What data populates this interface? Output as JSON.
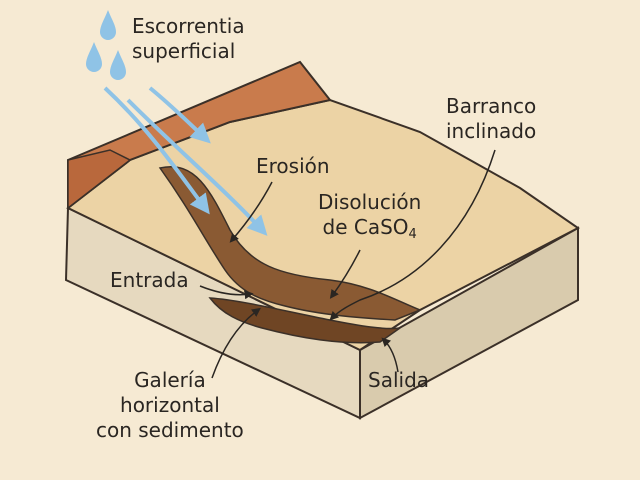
{
  "labels": {
    "runoff": [
      "Escorrentia",
      "superficial"
    ],
    "gully": [
      "Barranco",
      "inclinado"
    ],
    "erosion": "Erosión",
    "dissolution": {
      "line1": "Disolución",
      "line2_prefix": "de CaSO",
      "line2_sub": "4"
    },
    "entrance": "Entrada",
    "gallery": [
      "Galería",
      "horizontal",
      "con sedimento"
    ],
    "outlet": "Salida"
  },
  "icons": [
    "raindrop-icon",
    "runoff-arrow-icon"
  ],
  "colors": {
    "background": "#f6ead3",
    "top_soil": "#c97b4c",
    "plateau": "#ecd3a5",
    "bedrock": "#e6d9bf",
    "bedrock_side": "#d9cbad",
    "channel": "#8a5a33",
    "runoff": "#8fc3e6",
    "ink": "#2a2622"
  }
}
